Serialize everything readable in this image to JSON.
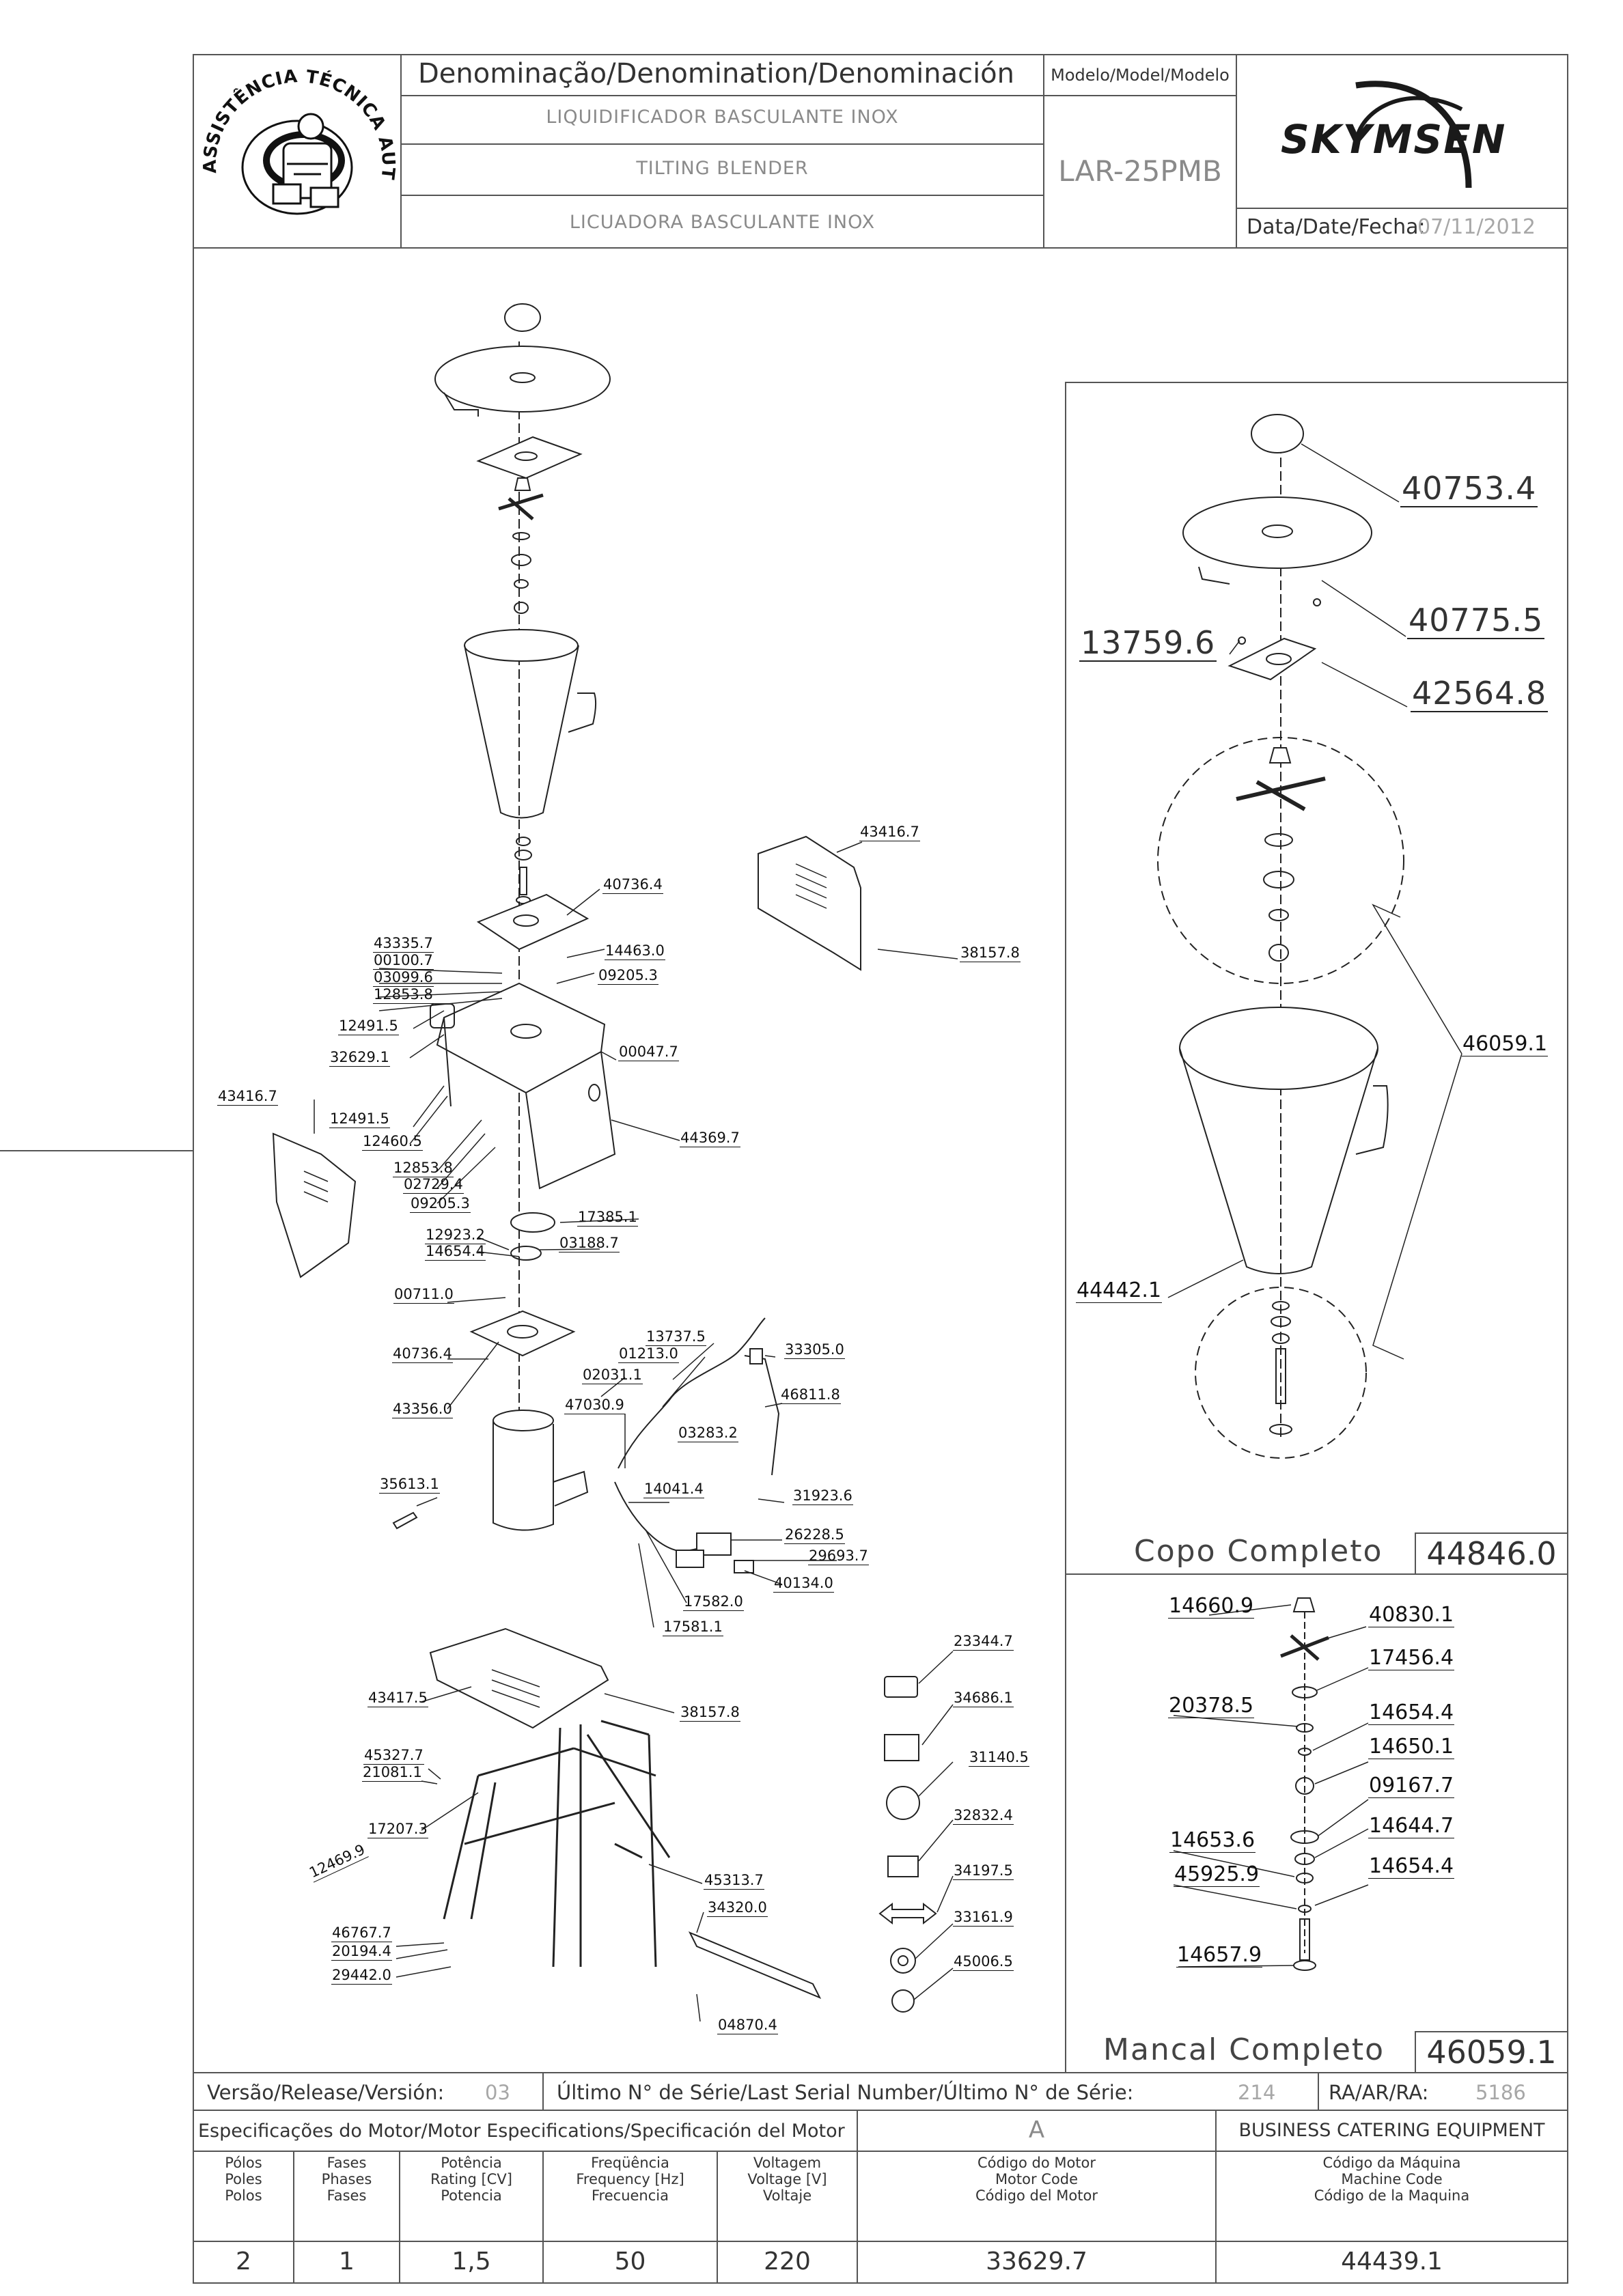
{
  "header": {
    "logo_text": "ASSISTÊNCIA TÉCNICA AUTORIZADA",
    "denomination_title": "Denominação/Denomination/Denominación",
    "name_pt": "LIQUIDIFICADOR BASCULANTE INOX",
    "name_en": "TILTING BLENDER",
    "name_es": "LICUADORA BASCULANTE INOX",
    "model_title": "Modelo/Model/Modelo",
    "model_value": "LAR-25PMB",
    "brand": "SKYMSEN",
    "date_label": "Data/Date/Fecha:",
    "date_value": "07/11/2012"
  },
  "main_labels": [
    "40736.4",
    "43335.7",
    "00100.7",
    "03099.6",
    "12853.8",
    "14463.0",
    "09205.3",
    "12491.5",
    "32629.1",
    "00047.7",
    "12491.5",
    "12460.5",
    "44369.7",
    "12853.8",
    "02729.4",
    "09205.3",
    "43416.7",
    "43416.7",
    "38157.8",
    "17385.1",
    "12923.2",
    "14654.4",
    "03188.7",
    "00711.0",
    "40736.4",
    "43356.0",
    "13737.5",
    "01213.0",
    "33305.0",
    "02031.1",
    "46811.8",
    "47030.9",
    "03283.2",
    "35613.1",
    "14041.4",
    "31923.6",
    "26228.5",
    "29693.7",
    "40134.0",
    "17582.0",
    "17581.1",
    "43417.5",
    "38157.8",
    "45327.7",
    "21081.1",
    "17207.3",
    "12469.9",
    "45313.7",
    "34320.0",
    "46767.7",
    "20194.4",
    "29442.0",
    "04870.4"
  ],
  "accessory_labels": [
    "23344.7",
    "34686.1",
    "31140.5",
    "32832.4",
    "34197.5",
    "33161.9",
    "45006.5"
  ],
  "copo_panel": {
    "labels": [
      "40753.4",
      "40775.5",
      "13759.6",
      "42564.8",
      "46059.1",
      "44442.1"
    ],
    "title": "Copo Completo",
    "code": "44846.0"
  },
  "mancal_panel": {
    "labels": [
      "14660.9",
      "40830.1",
      "17456.4",
      "20378.5",
      "14654.4",
      "14650.1",
      "09167.7",
      "14644.7",
      "14653.6",
      "45925.9",
      "14654.4",
      "14657.9"
    ],
    "title": "Mancal Completo",
    "code": "46059.1"
  },
  "footer": {
    "version_label": "Versão/Release/Versión:",
    "version_value": "03",
    "serial_label": "Último N° de Série/Last Serial Number/Último N° de Série:",
    "serial_value": "214",
    "ra_label": "RA/AR/RA:",
    "ra_value": "5186",
    "motor_spec_label": "Especificações do Motor/Motor Especifications/Specificación del Motor",
    "motor_class": "A",
    "business": "BUSINESS CATERING EQUIPMENT",
    "columns": [
      {
        "caption": [
          "Pólos",
          "Poles",
          "Polos"
        ],
        "value": "2"
      },
      {
        "caption": [
          "Fases",
          "Phases",
          "Fases"
        ],
        "value": "1"
      },
      {
        "caption": [
          "Potência",
          "Rating [CV]",
          "Potencia"
        ],
        "value": "1,5"
      },
      {
        "caption": [
          "Freqüência",
          "Frequency [Hz]",
          "Frecuencia"
        ],
        "value": "50"
      },
      {
        "caption": [
          "Voltagem",
          "Voltage [V]",
          "Voltaje"
        ],
        "value": "220"
      },
      {
        "caption": [
          "Código do Motor",
          "Motor Code",
          "Código del Motor"
        ],
        "value": "33629.7"
      },
      {
        "caption": [
          "Código da Máquina",
          "Machine Code",
          "Código de la Maquina"
        ],
        "value": "44439.1"
      }
    ]
  }
}
